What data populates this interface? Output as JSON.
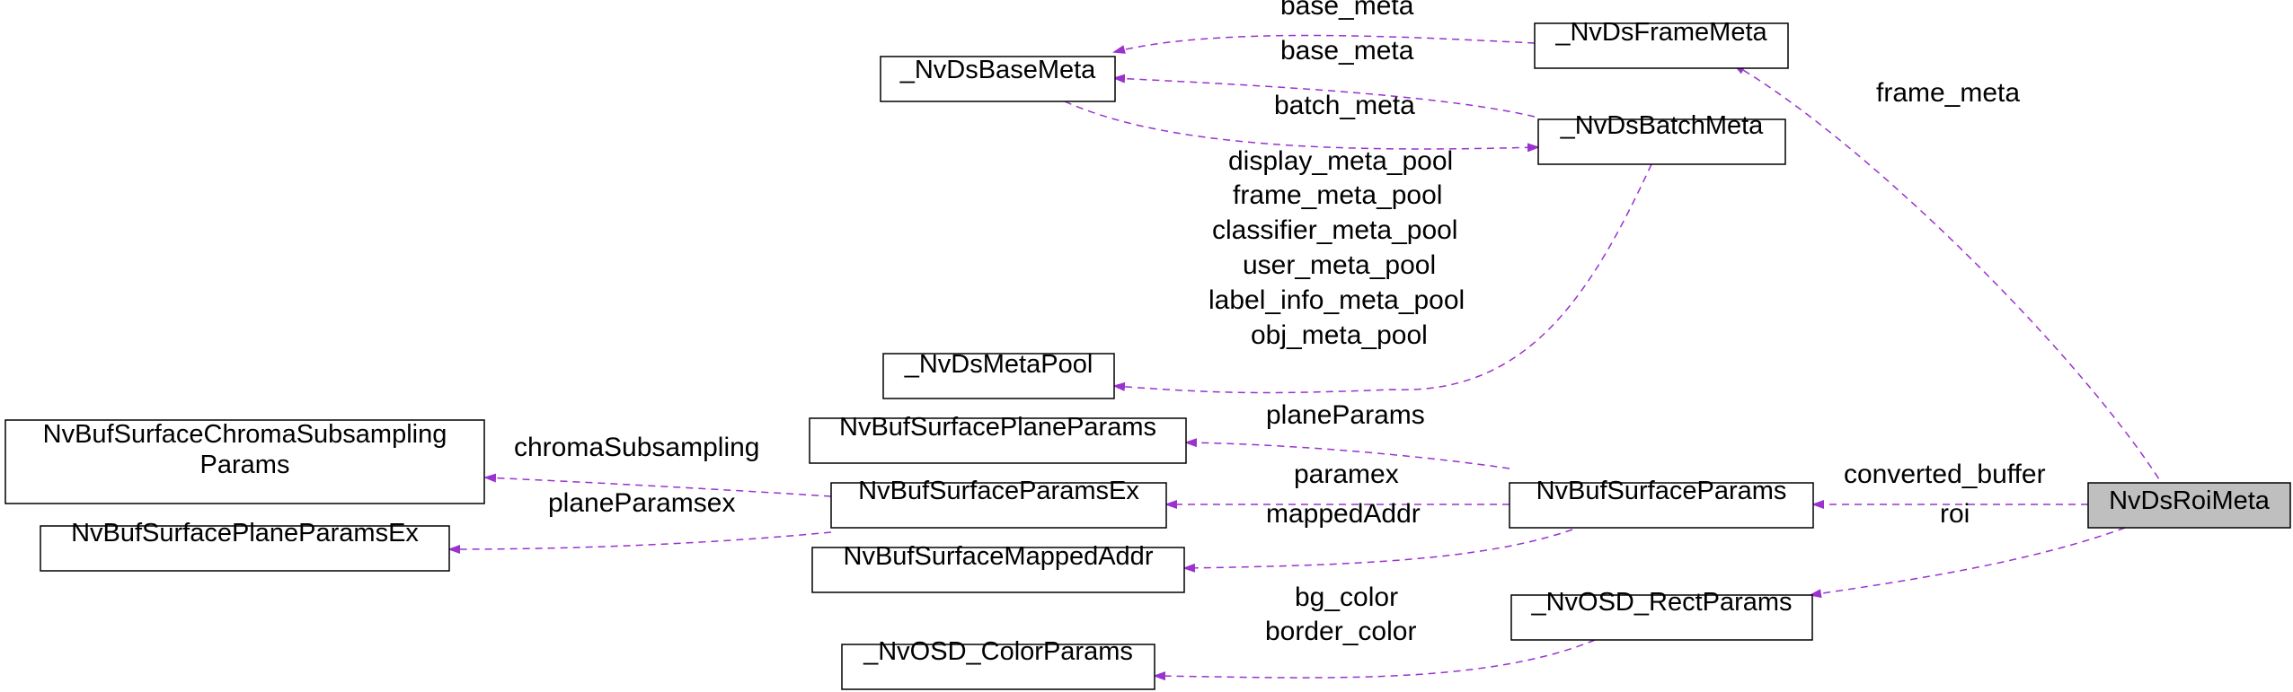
{
  "nodes": {
    "roi_meta": "NvDsRoiMeta",
    "frame_meta": "_NvDsFrameMeta",
    "base_meta": "_NvDsBaseMeta",
    "batch_meta": "_NvDsBatchMeta",
    "meta_pool": "_NvDsMetaPool",
    "surface_params": "NvBufSurfaceParams",
    "plane_params": "NvBufSurfacePlaneParams",
    "chroma_line1": "NvBufSurfaceChromaSubsampling",
    "chroma_line2": "Params",
    "params_ex": "NvBufSurfaceParamsEx",
    "plane_params_ex": "NvBufSurfacePlaneParamsEx",
    "mapped_addr": "NvBufSurfaceMappedAddr",
    "rect_params": "_NvOSD_RectParams",
    "color_params": "_NvOSD_ColorParams"
  },
  "edge_labels": {
    "frame_meta": "frame_meta",
    "base_meta_frame": "base_meta",
    "base_meta_batch": "base_meta",
    "batch_meta": "batch_meta",
    "pool_1": "display_meta_pool",
    "pool_2": "frame_meta_pool",
    "pool_3": "classifier_meta_pool",
    "pool_4": "user_meta_pool",
    "pool_5": "label_info_meta_pool",
    "pool_6": "obj_meta_pool",
    "plane_params": "planeParams",
    "converted_buffer": "converted_buffer",
    "paramex": "paramex",
    "mapped_addr": "mappedAddr",
    "roi": "roi",
    "chroma": "chromaSubsampling",
    "plane_params_ex": "planeParamsex",
    "bg_color": "bg_color",
    "border_color": "border_color"
  },
  "colors": {
    "edge": "#9a32cd",
    "highlight_fill": "#bfbfbf"
  }
}
